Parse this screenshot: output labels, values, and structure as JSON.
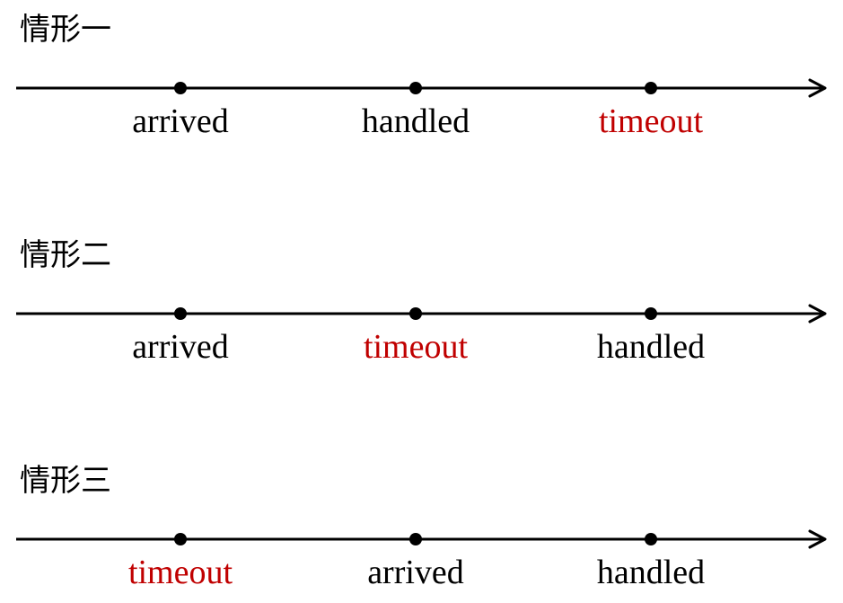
{
  "cases": [
    {
      "title": "情形一",
      "events": [
        {
          "label": "arrived",
          "highlight": false
        },
        {
          "label": "handled",
          "highlight": false
        },
        {
          "label": "timeout",
          "highlight": true
        }
      ]
    },
    {
      "title": "情形二",
      "events": [
        {
          "label": "arrived",
          "highlight": false
        },
        {
          "label": "timeout",
          "highlight": true
        },
        {
          "label": "handled",
          "highlight": false
        }
      ]
    },
    {
      "title": "情形三",
      "events": [
        {
          "label": "timeout",
          "highlight": true
        },
        {
          "label": "arrived",
          "highlight": false
        },
        {
          "label": "handled",
          "highlight": false
        }
      ]
    }
  ],
  "colors": {
    "line": "#000000",
    "normal_text": "#000000",
    "highlight_text": "#c00000"
  }
}
